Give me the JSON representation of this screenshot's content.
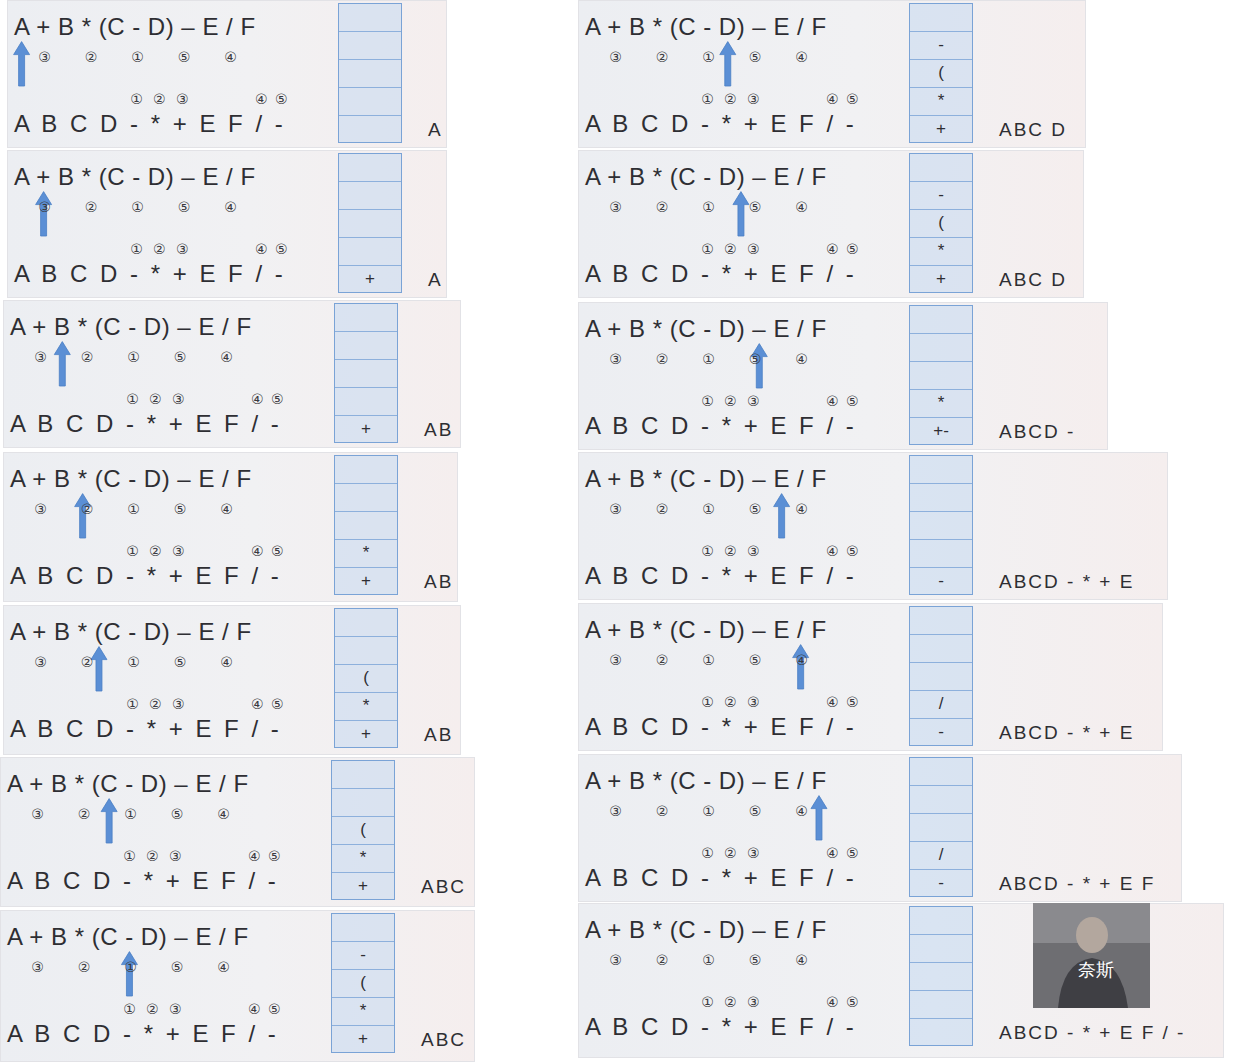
{
  "diagram": {
    "nodes": [
      {
        "text": [
          "A + B * (C - D) – E / F",
          "③ ② ① ⑤ ④",
          "① ② ③",
          "④ ⑤",
          "A B C D - * + E F / -",
          "A"
        ]
      },
      {
        "text": [],
        "in": 0
      },
      {
        "text": [
          "A + B * (C - D) – E / F",
          "③ ② ① ⑤ ④",
          "① ② ③",
          "④ ⑤",
          "A B C D - * + E F / -",
          "A"
        ]
      },
      {
        "text": [
          "+"
        ],
        "in": 2
      },
      {
        "text": [
          "A + B * (C - D) – E / F",
          "③ ② ① ⑤ ④",
          "① ② ③",
          "④ ⑤",
          "A B C D - * + E F / -",
          "AB"
        ]
      },
      {
        "text": [
          "+"
        ],
        "in": 4
      },
      {
        "text": [
          "A + B * (C - D) – E / F",
          "③ ② ① ⑤ ④",
          "① ② ③",
          "④ ⑤",
          "A B C D - * + E F / -",
          "AB"
        ]
      },
      {
        "text": [
          "*",
          "+"
        ],
        "in": 6
      },
      {
        "text": [
          "A + B * (C - D) – E / F",
          "③ ② ① ⑤ ④",
          "① ② ③",
          "④ ⑤",
          "A B C D - * + E F / -",
          "AB"
        ]
      },
      {
        "text": [
          "(",
          "*",
          "+"
        ],
        "in": 8
      },
      {
        "text": [
          "A + B * (C - D) – E / F",
          "③ ② ① ⑤ ④",
          "① ② ③",
          "④ ⑤",
          "A B C D - * + E F / -",
          "ABC"
        ]
      },
      {
        "text": [
          "(",
          "*",
          "+"
        ],
        "in": 10
      },
      {
        "text": [
          "A + B * (C - D) – E / F",
          "③ ② ① ⑤ ④",
          "① ② ③",
          "④ ⑤",
          "A B C D - * + E F / -",
          "ABC"
        ]
      },
      {
        "text": [
          "-",
          "(",
          "*",
          "+"
        ],
        "in": 12
      },
      {
        "text": [
          "A + B * (C - D) – E / F",
          "③ ② ① ⑤ ④",
          "① ② ③",
          "④ ⑤",
          "A B C D - * + E F / -",
          "ABC D"
        ]
      },
      {
        "text": [
          "-",
          "(",
          "*",
          "+"
        ],
        "in": 14
      },
      {
        "text": [
          "A + B * (C - D) – E / F",
          "③ ② ① ⑤ ④",
          "① ② ③",
          "④ ⑤",
          "A B C D - * + E F / -",
          "ABC D"
        ]
      },
      {
        "text": [
          "-",
          "(",
          "*",
          "+"
        ],
        "in": 16
      },
      {
        "text": [
          "A + B * (C - D) – E / F",
          "③ ② ① ⑤ ④",
          "① ② ③",
          "④ ⑤",
          "A B C D - * + E F / -",
          "ABCD -"
        ]
      },
      {
        "text": [
          "*",
          "+-"
        ],
        "in": 18
      },
      {
        "text": [
          "A + B * (C - D) – E / F",
          "③ ② ① ⑤ ④",
          "① ② ③",
          "④ ⑤",
          "A B C D - * + E F / -",
          "ABCD - * + E"
        ]
      },
      {
        "text": [
          "-"
        ],
        "in": 20
      },
      {
        "text": [
          "A + B * (C - D) – E / F",
          "③ ② ① ⑤ ④",
          "① ② ③",
          "④ ⑤",
          "A B C D - * + E F / -",
          "ABCD - * + E"
        ]
      },
      {
        "text": [
          "/",
          "-"
        ],
        "in": 22
      },
      {
        "text": [
          "A + B * (C - D) – E / F",
          "③ ② ① ⑤ ④",
          "① ② ③",
          "④ ⑤",
          "A B C D - * + E F / -",
          "ABCD - * + E F"
        ]
      },
      {
        "text": [
          "/",
          "-"
        ],
        "in": 24
      },
      {
        "text": [
          "A + B * (C - D) – E / F",
          "③ ② ① ⑤ ④",
          "① ② ③",
          "④ ⑤",
          "A B C D - * + E F / -",
          "ABCD - * + E F / -"
        ]
      },
      {
        "text": [],
        "in": 26
      }
    ],
    "labels": [
      "奈斯"
    ]
  }
}
